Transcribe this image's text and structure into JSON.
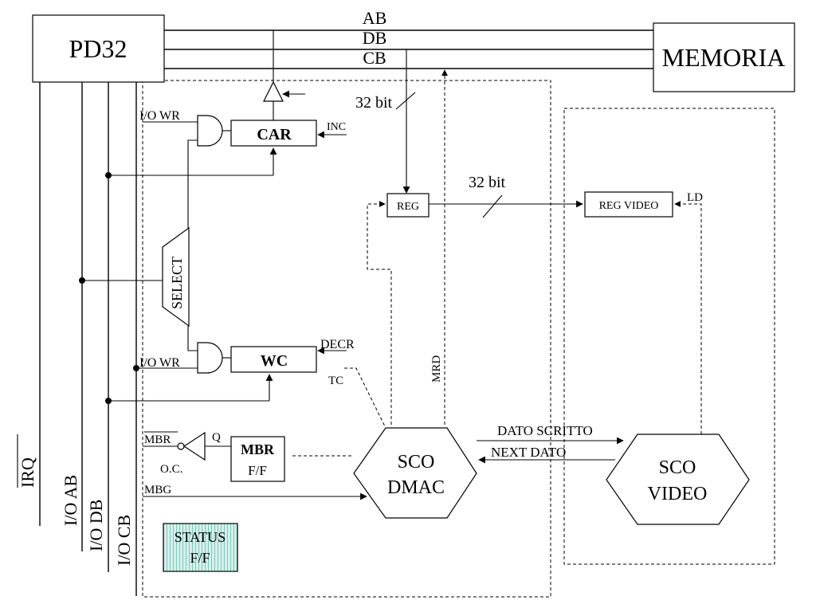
{
  "blocks": {
    "pd32": "PD32",
    "memoria": "MEMORIA",
    "car": "CAR",
    "wc": "WC",
    "reg": "REG",
    "reg_video": "REG VIDEO",
    "select": "SELECT",
    "mbr_line1": "MBR",
    "mbr_line2": "F/F",
    "status_line1": "STATUS",
    "status_line2": "F/F",
    "sco_dmac_line1": "SCO",
    "sco_dmac_line2": "DMAC",
    "sco_video_line1": "SCO",
    "sco_video_line2": "VIDEO"
  },
  "buses": {
    "ab": "AB",
    "db": "DB",
    "cb": "CB",
    "irq": "IRQ",
    "io_ab": "I/O AB",
    "io_db": "I/O DB",
    "io_cb": "I/O CB"
  },
  "signals": {
    "io_wr_top": "I/O WR",
    "io_wr_bottom": "I/O WR",
    "inc": "INC",
    "decr": "DECR",
    "tc": "TC",
    "mrd": "MRD",
    "bits_db": "32 bit",
    "bits_reg": "32 bit",
    "ld": "LD",
    "mbr_neg": "MBR",
    "q": "Q",
    "oc": "O.C.",
    "mbg": "MBG",
    "dato_scritto": "DATO SCRITTO",
    "next_dato": "NEXT DATO"
  },
  "colors": {
    "status_fill": "#d6f0ec",
    "status_dots": "#5fb5a8"
  }
}
